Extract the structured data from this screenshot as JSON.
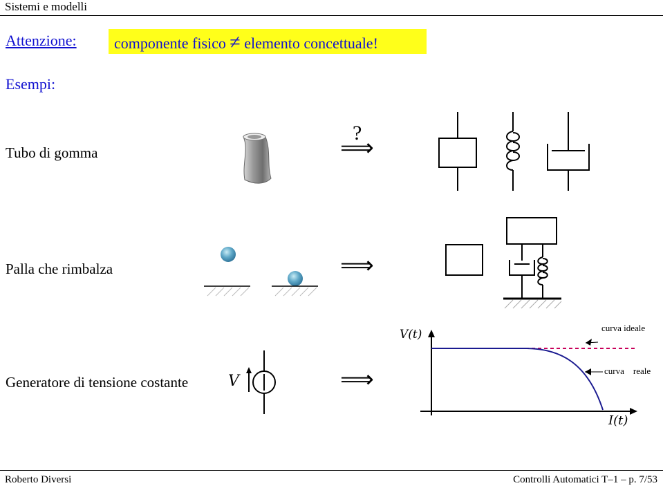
{
  "header": {
    "title": "Sistemi e modelli"
  },
  "intro": {
    "attention_label": "Attenzione:",
    "statement_part1": "componente fisico",
    "statement_symbol": "≠",
    "statement_part2": "elemento concettuale!"
  },
  "examples_label": "Esempi:",
  "rows": [
    {
      "label": "Tubo di gomma",
      "question_mark": "?",
      "arrow": "⟹"
    },
    {
      "label": "Palla che rimbalza",
      "arrow": "⟹"
    },
    {
      "label": "Generatore di tensione costante",
      "source_symbol": "V",
      "arrow": "⟹"
    }
  ],
  "plot": {
    "y_label": "V(t)",
    "x_label": "I(t)",
    "ideal_curve_label": "curva ideale",
    "real_curve_label": "curva    reale"
  },
  "colors": {
    "accent_blue": "#1010d0",
    "highlight_yellow": "#ffff1a",
    "curve_blue": "#1a1a90",
    "ideal_dash": "#c8005a"
  },
  "footer": {
    "author": "Roberto Diversi",
    "course": "Controlli Automatici T–1 – p. 7/53"
  }
}
